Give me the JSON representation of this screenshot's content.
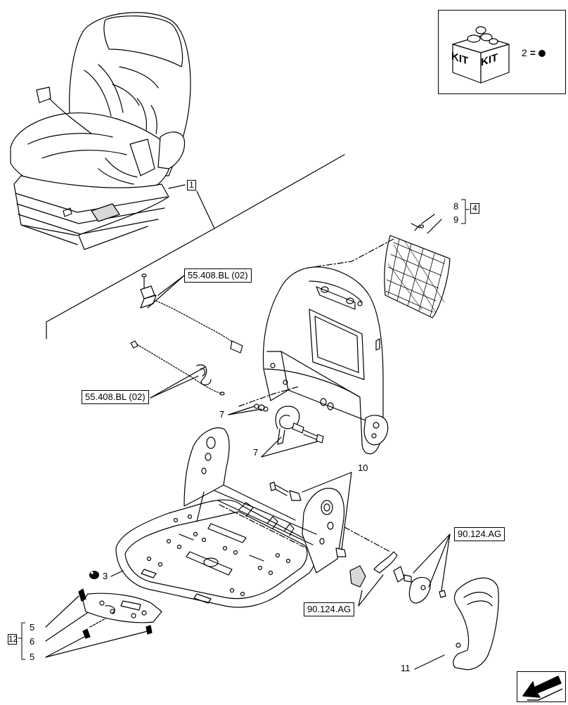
{
  "callouts": {
    "item_1": "1",
    "item_2": "2",
    "item_3": "3",
    "item_4": "4",
    "item_5a": "5",
    "item_6": "6",
    "item_5b": "5",
    "item_7a": "7",
    "item_7b": "7",
    "item_8": "8",
    "item_9": "9",
    "item_10": "10",
    "item_11": "11",
    "item_12": "12"
  },
  "references": {
    "harness_top": "55.408.BL (02)",
    "harness_bottom": "55.408.BL (02)",
    "lever_top": "90.124.AG",
    "lever_bottom": "90.124.AG"
  },
  "kit": {
    "label_left": "KIT",
    "label_right": "KIT",
    "note_symbol": "=",
    "note_number": "2"
  },
  "colors": {
    "line": "#000000",
    "shade": "#d8d8d8",
    "background": "#ffffff"
  },
  "icons": {
    "kit": "kit-box-icon",
    "nav": "arrow-down-left-icon"
  }
}
